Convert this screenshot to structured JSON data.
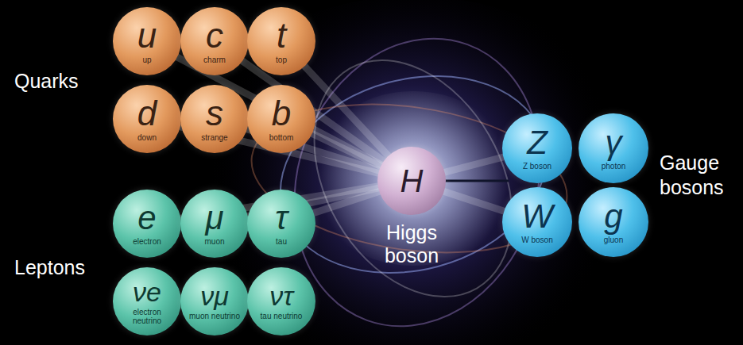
{
  "diagram": {
    "nodes": [
      {
        "text": [
          "u",
          "up"
        ]
      },
      {
        "text": [
          "c",
          "charm"
        ]
      },
      {
        "text": [
          "t",
          "top"
        ]
      },
      {
        "text": [
          "d",
          "down"
        ]
      },
      {
        "text": [
          "s",
          "strange"
        ]
      },
      {
        "text": [
          "b",
          "bottom"
        ]
      },
      {
        "text": [
          "e",
          "electron"
        ]
      },
      {
        "text": [
          "μ",
          "muon"
        ]
      },
      {
        "text": [
          "τ",
          "tau"
        ]
      },
      {
        "text": [
          "νe",
          "electron neutrino"
        ]
      },
      {
        "text": [
          "νμ",
          "muon neutrino"
        ]
      },
      {
        "text": [
          "ντ",
          "tau neutrino"
        ]
      },
      {
        "text": [
          "H",
          "Higgs boson"
        ]
      },
      {
        "text": [
          "Z",
          "Z boson"
        ]
      },
      {
        "text": [
          "γ",
          "photon"
        ]
      },
      {
        "text": [
          "W",
          "W boson"
        ]
      },
      {
        "text": [
          "g",
          "gluon"
        ]
      }
    ],
    "labels": [
      "Quarks",
      "Leptons",
      "Gauge bosons"
    ]
  }
}
